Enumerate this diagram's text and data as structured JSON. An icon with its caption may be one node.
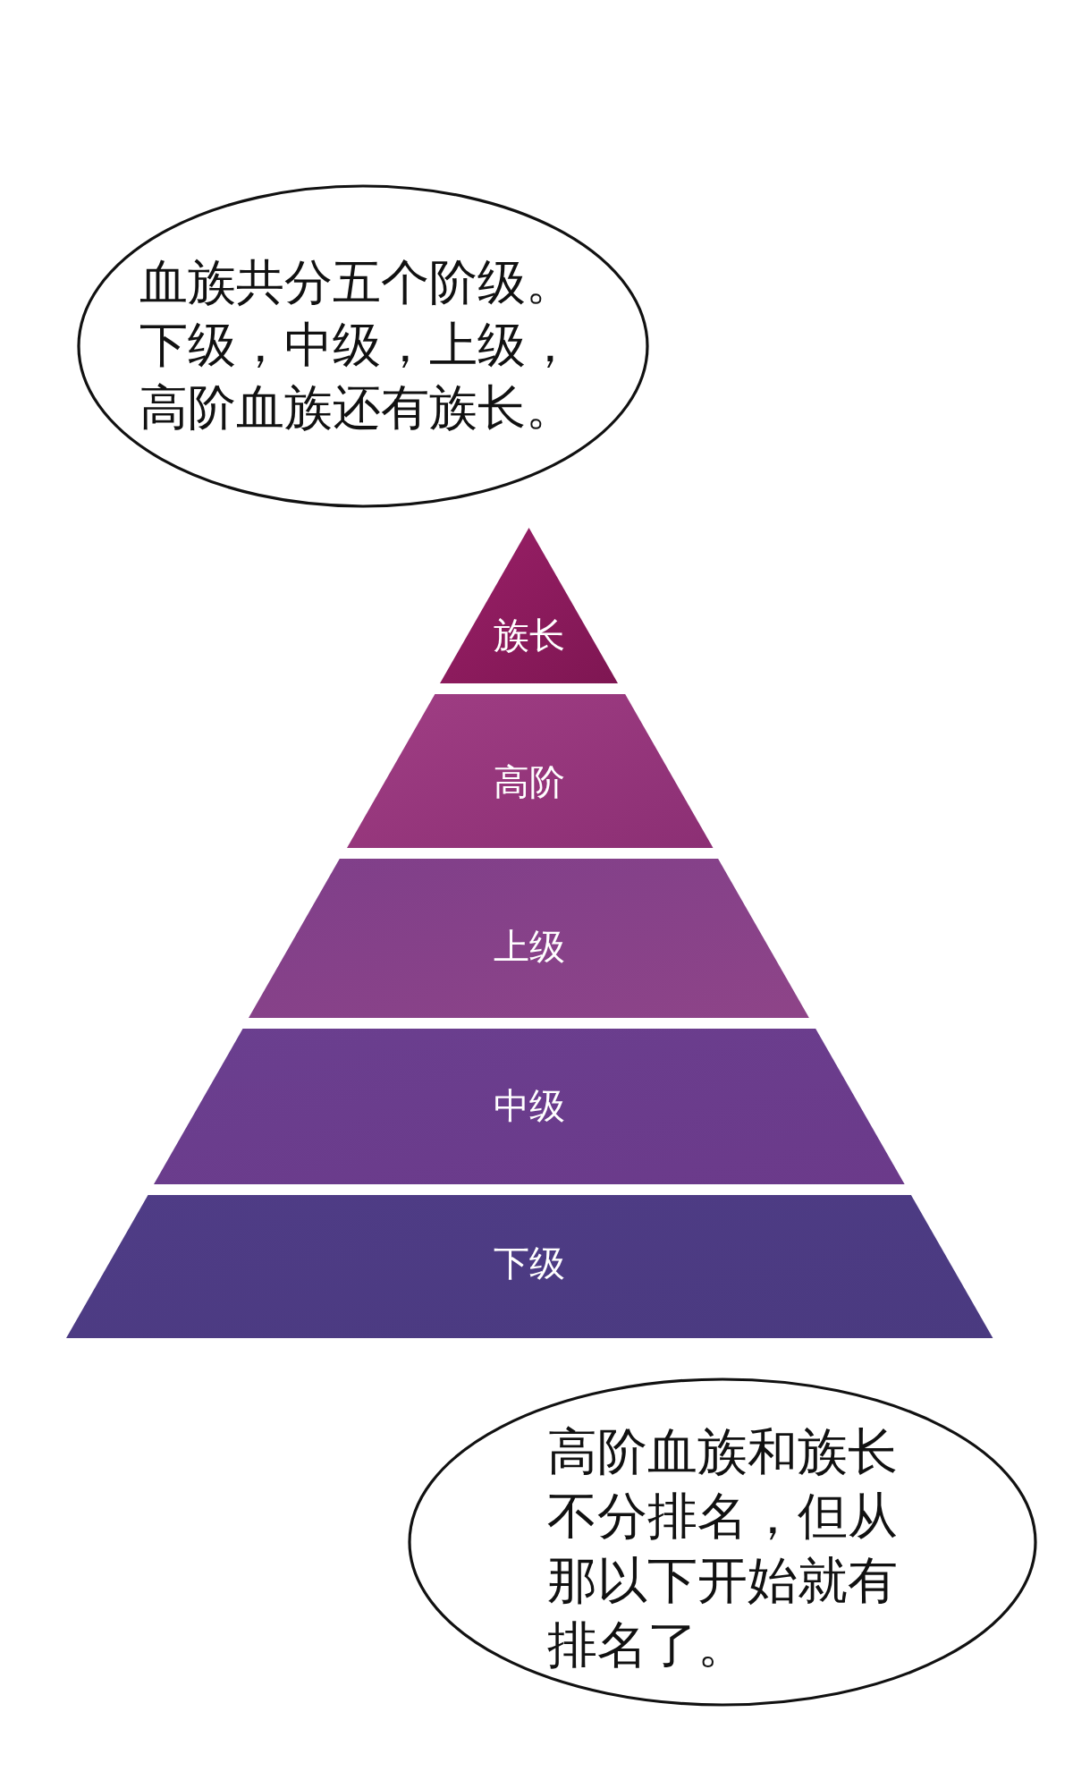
{
  "diagram": {
    "nodes": [
      {
        "text": [
          "血族共分五个阶级。下级，中级，上级，高阶血族还有族长。"
        ]
      },
      {
        "text": [
          "族长"
        ]
      },
      {
        "text": [
          "高阶"
        ]
      },
      {
        "text": [
          "上级"
        ]
      },
      {
        "text": [
          "中级"
        ]
      },
      {
        "text": [
          "下级"
        ]
      },
      {
        "text": [
          "高阶血族和族长不分排名，但从那以下开始就有排名了。"
        ]
      }
    ]
  }
}
